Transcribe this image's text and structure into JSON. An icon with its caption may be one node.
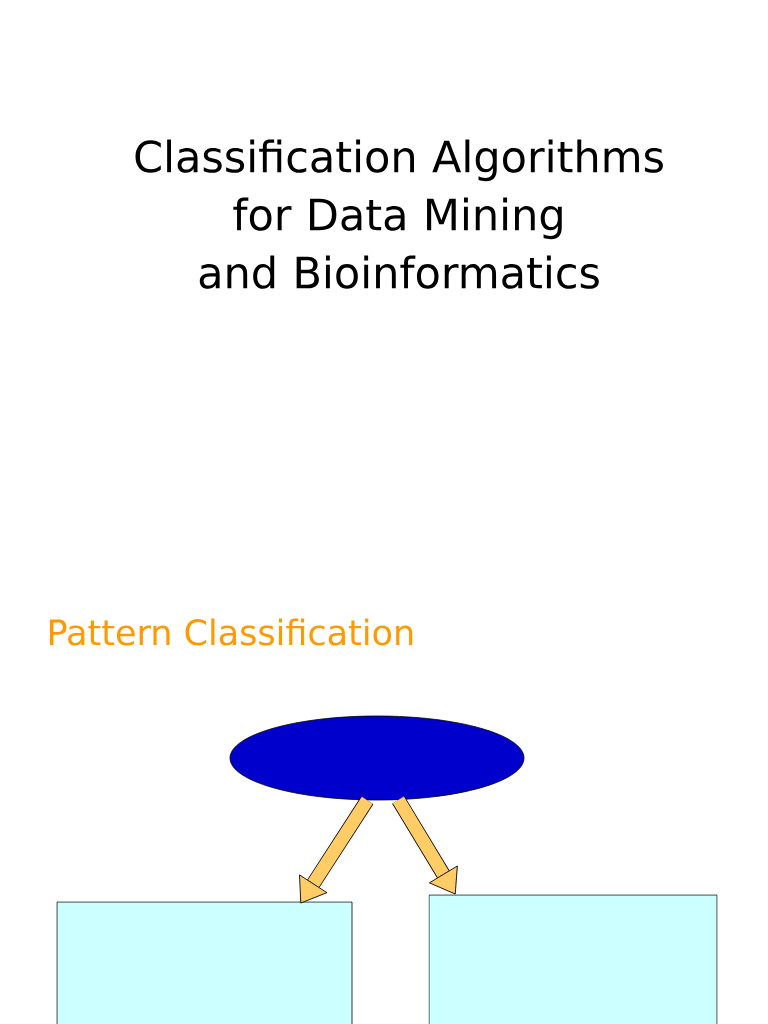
{
  "diagram": {
    "title": "Classification Algorithms for Data Mining and Bioinformatics",
    "nodes": [
      {
        "text": [],
        "shape": "ellipse"
      },
      {
        "text": [],
        "shape": "box"
      },
      {
        "text": [],
        "shape": "box"
      }
    ],
    "edges": [
      {
        "from": 0,
        "to": 1,
        "arrow": "to"
      },
      {
        "from": 0,
        "to": 2,
        "arrow": "to"
      }
    ],
    "labels": [
      "Pattern Classification"
    ]
  }
}
